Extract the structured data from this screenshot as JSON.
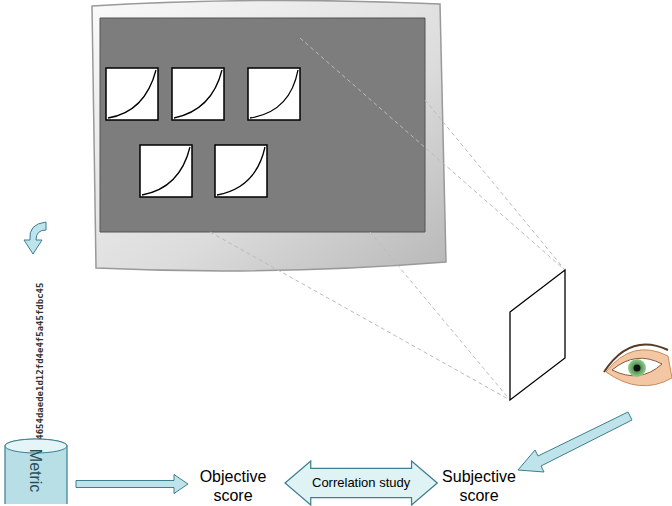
{
  "diagram": {
    "nodes": [
      {
        "text": [
          "Metric"
        ]
      },
      {
        "text": [
          "Objective score"
        ]
      },
      {
        "text": [
          "Correlation study"
        ]
      },
      {
        "text": [
          "Subjective score"
        ]
      }
    ],
    "edges": [
      {
        "from": 0,
        "to": 1,
        "arrow": "to"
      }
    ],
    "labels": [
      "12524654daede1d12fd4e4f5a45fdbc45"
    ]
  }
}
